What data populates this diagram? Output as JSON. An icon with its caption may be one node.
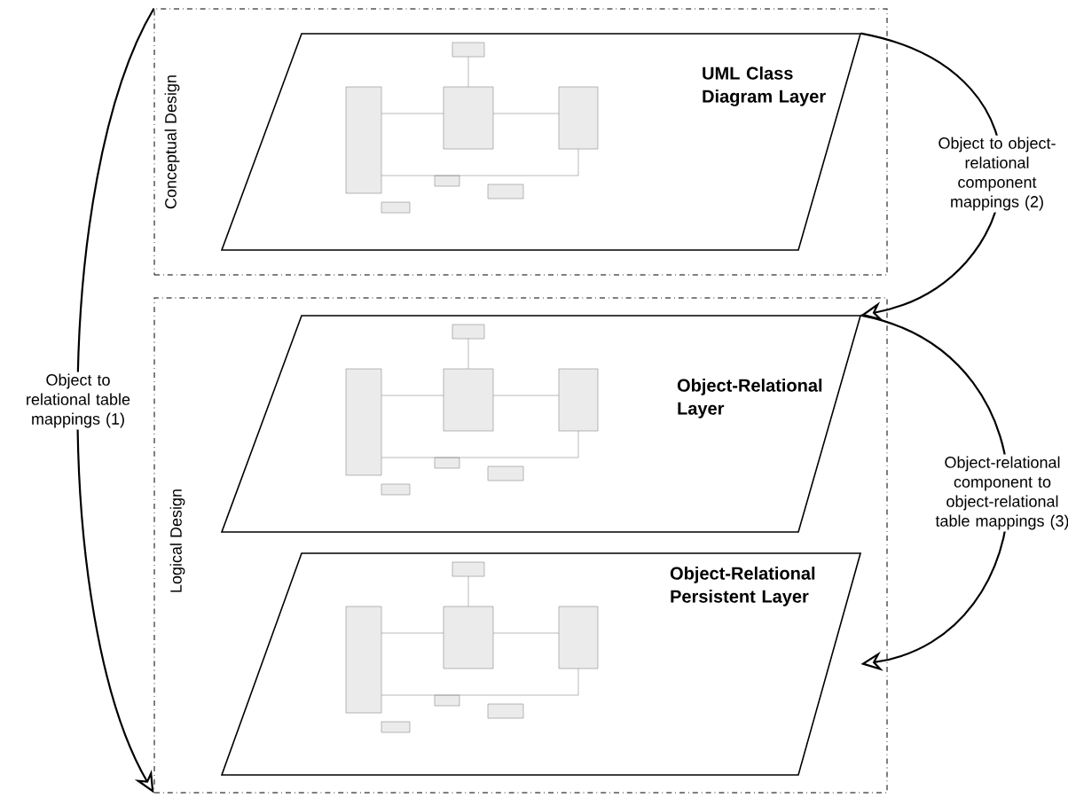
{
  "diagram": {
    "nodes": [
      {
        "text": [
          "Conceptual Design"
        ]
      },
      {
        "text": [
          "UML Class Diagram Layer"
        ],
        "in": 0
      },
      {
        "text": [
          "Logical Design"
        ]
      },
      {
        "text": [
          "Object-Relational Layer"
        ],
        "in": 2
      },
      {
        "text": [
          "Object-Relational Persistent Layer"
        ],
        "in": 2
      }
    ],
    "edges": [
      {
        "from": 0,
        "to": 2,
        "arrow": "to",
        "label": "Object to relational table mappings (1)"
      },
      {
        "from": 1,
        "to": 3,
        "arrow": "to",
        "label": "Object to object-relational component mappings (2)"
      },
      {
        "from": 3,
        "to": 4,
        "arrow": "to",
        "label": "Object-relational component to object-relational table mappings (3)"
      }
    ]
  }
}
